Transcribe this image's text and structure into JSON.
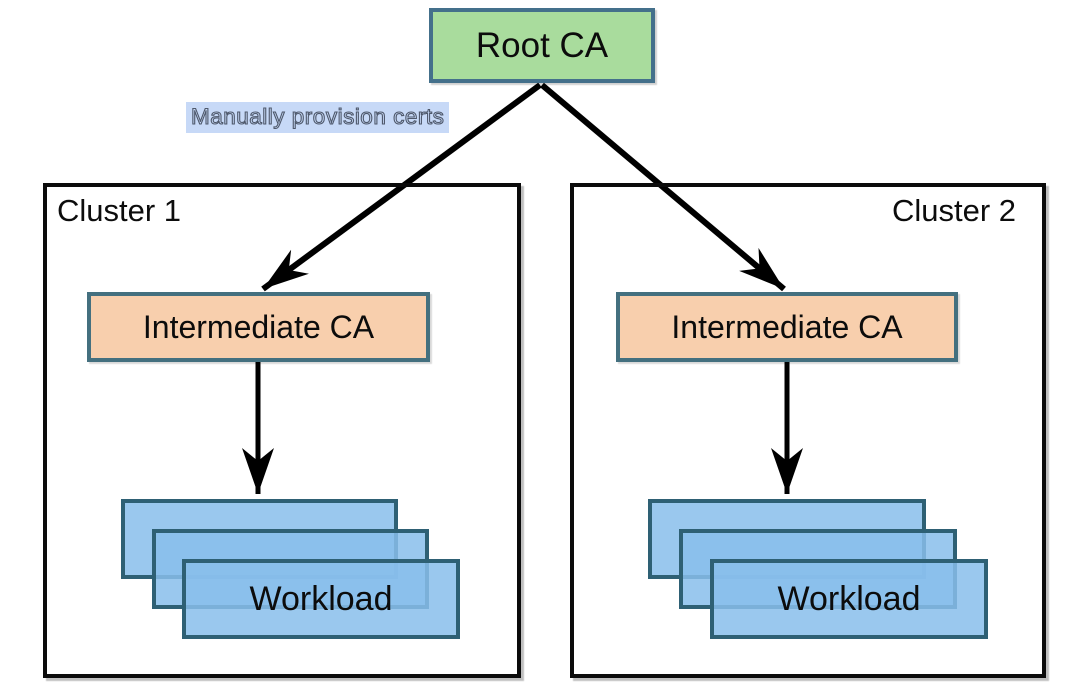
{
  "diagram": {
    "title_hint": "Root CA certificate hierarchy across two clusters",
    "root_ca": {
      "label": "Root CA"
    },
    "annotation": {
      "text": "Manually provision certs"
    },
    "clusters": [
      {
        "name": "Cluster 1",
        "intermediate_ca_label": "Intermediate CA",
        "workload_label": "Workload",
        "workload_stack_count": 3
      },
      {
        "name": "Cluster 2",
        "intermediate_ca_label": "Intermediate CA",
        "workload_label": "Workload",
        "workload_stack_count": 3
      }
    ],
    "colors": {
      "root_ca_fill": "#a9dc9d",
      "root_ca_border": "#44708b",
      "intermediate_ca_fill": "#f8cfad",
      "intermediate_ca_border": "#44707f",
      "workload_fill": "#9ac7ee",
      "workload_border": "#2e6074",
      "cluster_border": "#0b0b0b",
      "annotation_highlight": "#c7d9f7",
      "arrow": "#000000",
      "background": "#ffffff"
    }
  }
}
